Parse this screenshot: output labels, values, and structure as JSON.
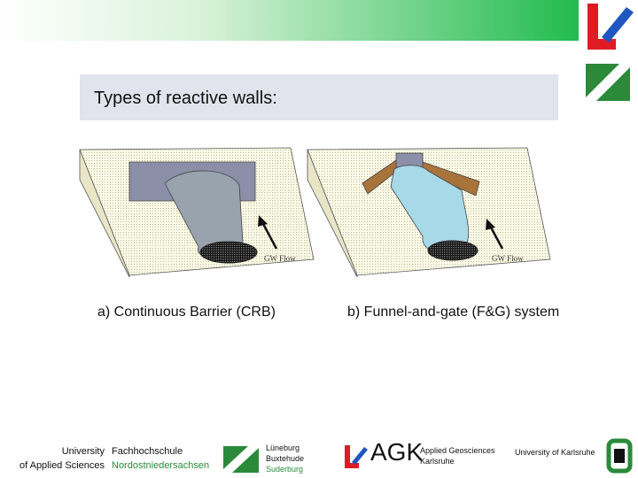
{
  "slide": {
    "title": "Types of reactive walls:",
    "colors": {
      "top_bar_end": "#22bb4f",
      "title_box": "#e1e4ec",
      "logo_red": "#e01b24",
      "logo_blue": "#1f56c0",
      "logo_green": "#2a8a3a"
    }
  },
  "diagrams": {
    "crb": {
      "flow_label": "GW Flow",
      "caption": "a) Continuous Barrier (CRB)"
    },
    "fg": {
      "flow_label": "GW Flow",
      "caption": "b) Funnel-and-gate (F&G) system"
    }
  },
  "footer": {
    "university_line1": "University",
    "university_line2": "of Applied Sciences",
    "fh_line1": "Fachhochschule",
    "fh_line2": "Nordostniedersachsen",
    "town1": "Lüneburg",
    "town2": "Buxtehude",
    "town3": "Suderburg",
    "agk": "AGK",
    "agk_sub1": "Applied Geosciences",
    "agk_sub2": "Karlsruhe",
    "uni_karlsruhe": "University of Karlsruhe"
  }
}
